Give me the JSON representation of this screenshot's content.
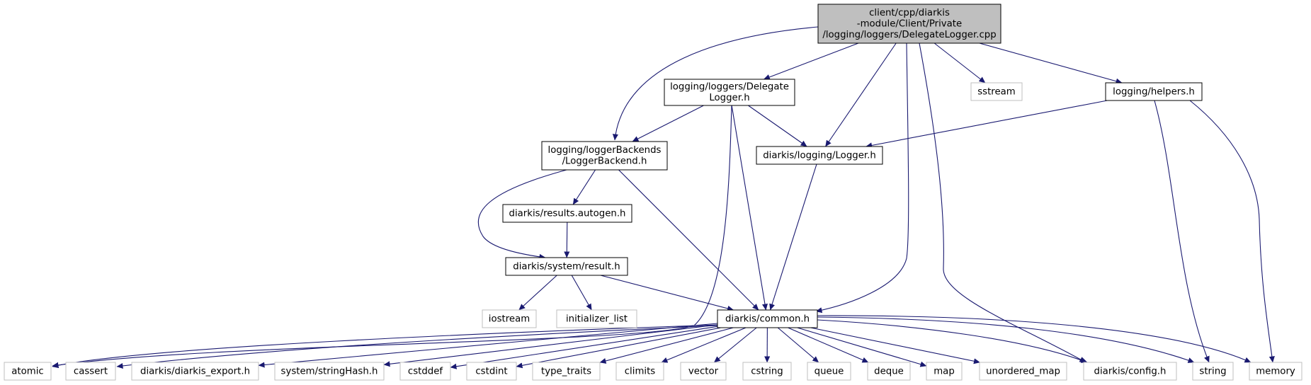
{
  "graph": {
    "nodes": [
      {
        "id": "root",
        "lines": [
          "client/cpp/diarkis",
          "-module/Client/Private",
          "/logging/loggers/DelegateLogger.cpp"
        ],
        "style": "root"
      },
      {
        "id": "delegate_h",
        "lines": [
          "logging/loggers/Delegate",
          "Logger.h"
        ],
        "style": "normal"
      },
      {
        "id": "sstream",
        "lines": [
          "sstream"
        ],
        "style": "external"
      },
      {
        "id": "helpers_h",
        "lines": [
          "logging/helpers.h"
        ],
        "style": "normal"
      },
      {
        "id": "loggerbackend_h",
        "lines": [
          "logging/loggerBackends",
          "/LoggerBackend.h"
        ],
        "style": "normal"
      },
      {
        "id": "logger_h",
        "lines": [
          "diarkis/logging/Logger.h"
        ],
        "style": "normal"
      },
      {
        "id": "results_autogen_h",
        "lines": [
          "diarkis/results.autogen.h"
        ],
        "style": "normal"
      },
      {
        "id": "result_h",
        "lines": [
          "diarkis/system/result.h"
        ],
        "style": "normal"
      },
      {
        "id": "iostream",
        "lines": [
          "iostream"
        ],
        "style": "external"
      },
      {
        "id": "initializer_list",
        "lines": [
          "initializer_list"
        ],
        "style": "external"
      },
      {
        "id": "common_h",
        "lines": [
          "diarkis/common.h"
        ],
        "style": "normal"
      },
      {
        "id": "atomic",
        "lines": [
          "atomic"
        ],
        "style": "external"
      },
      {
        "id": "cassert",
        "lines": [
          "cassert"
        ],
        "style": "external"
      },
      {
        "id": "diarkis_export_h",
        "lines": [
          "diarkis/diarkis_export.h"
        ],
        "style": "external"
      },
      {
        "id": "stringhash_h",
        "lines": [
          "system/stringHash.h"
        ],
        "style": "external"
      },
      {
        "id": "cstddef",
        "lines": [
          "cstddef"
        ],
        "style": "external"
      },
      {
        "id": "cstdint",
        "lines": [
          "cstdint"
        ],
        "style": "external"
      },
      {
        "id": "type_traits",
        "lines": [
          "type_traits"
        ],
        "style": "external"
      },
      {
        "id": "climits",
        "lines": [
          "climits"
        ],
        "style": "external"
      },
      {
        "id": "vector",
        "lines": [
          "vector"
        ],
        "style": "external"
      },
      {
        "id": "cstring",
        "lines": [
          "cstring"
        ],
        "style": "external"
      },
      {
        "id": "queue",
        "lines": [
          "queue"
        ],
        "style": "external"
      },
      {
        "id": "deque",
        "lines": [
          "deque"
        ],
        "style": "external"
      },
      {
        "id": "map",
        "lines": [
          "map"
        ],
        "style": "external"
      },
      {
        "id": "unordered_map",
        "lines": [
          "unordered_map"
        ],
        "style": "external"
      },
      {
        "id": "config_h",
        "lines": [
          "diarkis/config.h"
        ],
        "style": "external"
      },
      {
        "id": "string",
        "lines": [
          "string"
        ],
        "style": "external"
      },
      {
        "id": "memory",
        "lines": [
          "memory"
        ],
        "style": "external"
      }
    ],
    "edges": [
      {
        "from": "root",
        "to": "loggerbackend_h"
      },
      {
        "from": "root",
        "to": "delegate_h"
      },
      {
        "from": "root",
        "to": "logger_h"
      },
      {
        "from": "root",
        "to": "common_h"
      },
      {
        "from": "root",
        "to": "config_h"
      },
      {
        "from": "root",
        "to": "sstream"
      },
      {
        "from": "root",
        "to": "helpers_h"
      },
      {
        "from": "delegate_h",
        "to": "loggerbackend_h"
      },
      {
        "from": "delegate_h",
        "to": "logger_h"
      },
      {
        "from": "delegate_h",
        "to": "common_h"
      },
      {
        "from": "delegate_h",
        "to": "atomic"
      },
      {
        "from": "helpers_h",
        "to": "logger_h"
      },
      {
        "from": "helpers_h",
        "to": "string"
      },
      {
        "from": "helpers_h",
        "to": "memory"
      },
      {
        "from": "loggerbackend_h",
        "to": "results_autogen_h"
      },
      {
        "from": "loggerbackend_h",
        "to": "result_h"
      },
      {
        "from": "loggerbackend_h",
        "to": "common_h"
      },
      {
        "from": "logger_h",
        "to": "common_h"
      },
      {
        "from": "results_autogen_h",
        "to": "result_h"
      },
      {
        "from": "result_h",
        "to": "iostream"
      },
      {
        "from": "result_h",
        "to": "initializer_list"
      },
      {
        "from": "result_h",
        "to": "common_h"
      },
      {
        "from": "common_h",
        "to": "atomic"
      },
      {
        "from": "common_h",
        "to": "cassert"
      },
      {
        "from": "common_h",
        "to": "diarkis_export_h"
      },
      {
        "from": "common_h",
        "to": "stringhash_h"
      },
      {
        "from": "common_h",
        "to": "cstddef"
      },
      {
        "from": "common_h",
        "to": "cstdint"
      },
      {
        "from": "common_h",
        "to": "type_traits"
      },
      {
        "from": "common_h",
        "to": "climits"
      },
      {
        "from": "common_h",
        "to": "vector"
      },
      {
        "from": "common_h",
        "to": "cstring"
      },
      {
        "from": "common_h",
        "to": "queue"
      },
      {
        "from": "common_h",
        "to": "deque"
      },
      {
        "from": "common_h",
        "to": "map"
      },
      {
        "from": "common_h",
        "to": "unordered_map"
      },
      {
        "from": "common_h",
        "to": "config_h"
      },
      {
        "from": "common_h",
        "to": "string"
      },
      {
        "from": "common_h",
        "to": "memory"
      }
    ]
  }
}
